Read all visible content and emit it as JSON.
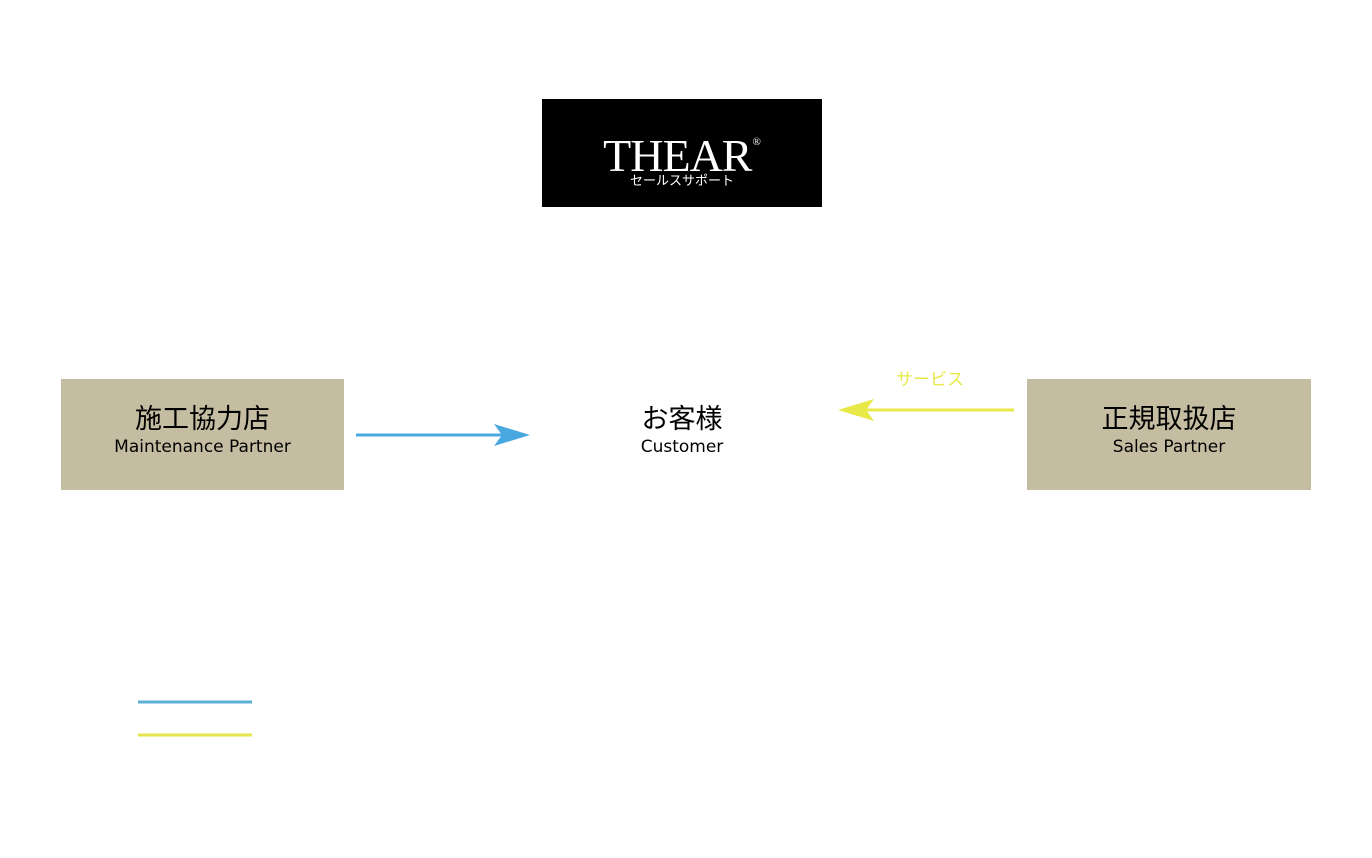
{
  "logo": {
    "title": "THEAR",
    "registered": "®",
    "subtitle": "セールスサポート"
  },
  "nodes": {
    "maintenance": {
      "jp": "施工協力店",
      "en": "Maintenance Partner"
    },
    "customer": {
      "jp": "お客様",
      "en": "Customer"
    },
    "sales": {
      "jp": "正規取扱店",
      "en": "Sales Partner"
    }
  },
  "edges": {
    "service_label": "サービス"
  },
  "colors": {
    "node_fill": "#c5bda2",
    "blue": "#4aa8e0",
    "yellow": "#e8e846",
    "legend_blue": "#5ab0d6",
    "legend_yellow": "#e6e64a"
  }
}
